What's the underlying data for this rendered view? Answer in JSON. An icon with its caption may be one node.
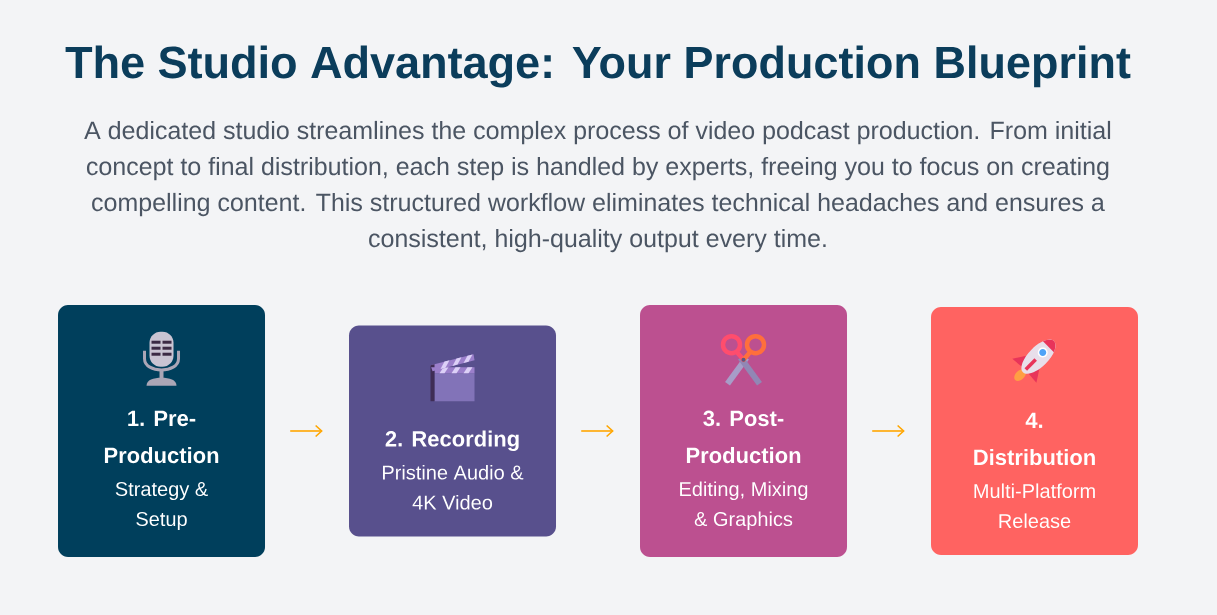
{
  "diagram": {
    "title": "The Studio Advantage: Your Production Blueprint",
    "nodes": [
      {
        "text": [
          "1. Pre-Production",
          "Strategy & Setup"
        ]
      },
      {
        "text": [
          "2. Recording",
          "Pristine Audio & 4K Video"
        ]
      },
      {
        "text": [
          "3. Post-Production",
          "Editing, Mixing & Graphics"
        ]
      },
      {
        "text": [
          "4. Distribution",
          "Multi-Platform Release"
        ]
      }
    ],
    "edges": [
      {
        "from": 0,
        "to": 1,
        "arrow": "to"
      },
      {
        "from": 1,
        "to": 2,
        "arrow": "to"
      },
      {
        "from": 2,
        "to": 3,
        "arrow": "to"
      }
    ],
    "labels": [
      "A dedicated studio streamlines the complex process of video podcast production. From initial concept to final distribution, each step is handled by experts, freeing you to focus on creating compelling content. This structured workflow eliminates technical headaches and ensures a consistent, high-quality output every time."
    ]
  }
}
